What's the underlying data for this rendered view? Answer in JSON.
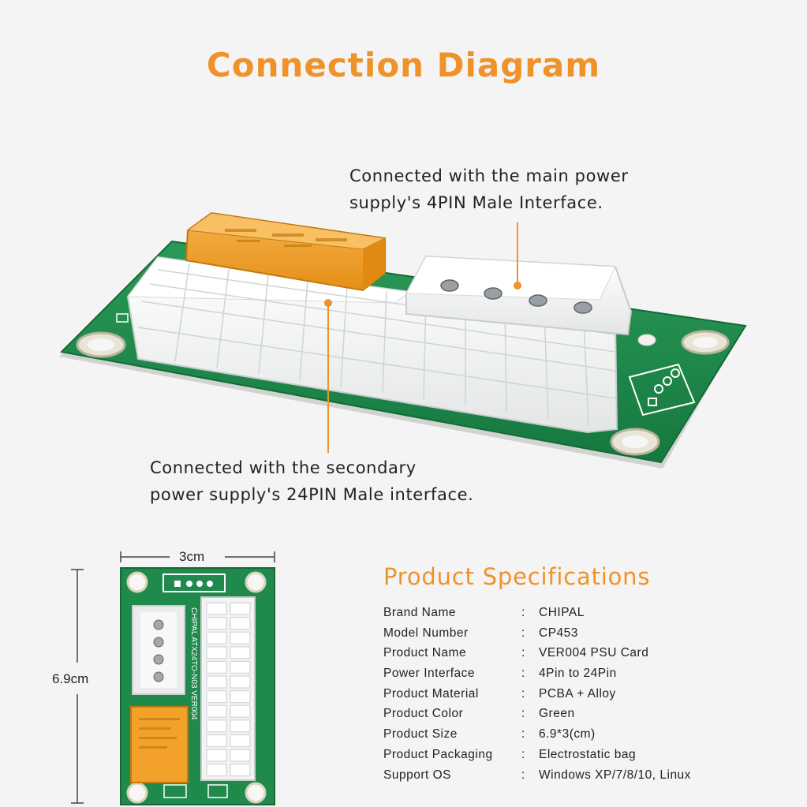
{
  "title": "Connection Diagram",
  "callout_main": {
    "line1": "Connected with the main power",
    "line2": "supply's 4PIN Male Interface."
  },
  "callout_secondary": {
    "line1": "Connected with the secondary",
    "line2": "power supply's 24PIN Male interface."
  },
  "dimensions": {
    "width": "3cm",
    "height": "6.9cm"
  },
  "board_text": {
    "silkscreen": "CHIPAL  ATX24TO-N03  VER004"
  },
  "specs": {
    "title": "Product Specifications",
    "colon": ":",
    "rows": [
      {
        "label": "Brand Name",
        "value": "CHIPAL"
      },
      {
        "label": "Model Number",
        "value": "CP453"
      },
      {
        "label": "Product Name",
        "value": "VER004 PSU Card"
      },
      {
        "label": "Power Interface",
        "value": "4Pin to 24Pin"
      },
      {
        "label": "Product Material",
        "value": "PCBA + Alloy"
      },
      {
        "label": "Product Color",
        "value": "Green"
      },
      {
        "label": "Product Size",
        "value": "6.9*3(cm)"
      },
      {
        "label": "Product Packaging",
        "value": "Electrostatic bag"
      },
      {
        "label": "Support OS",
        "value": "Windows XP/7/8/10, Linux"
      }
    ]
  },
  "colors": {
    "accent": "#f0922a",
    "pcb_green": "#1f8a4c",
    "connector_white": "#f3f3f3",
    "relay_orange": "#f4a623"
  }
}
